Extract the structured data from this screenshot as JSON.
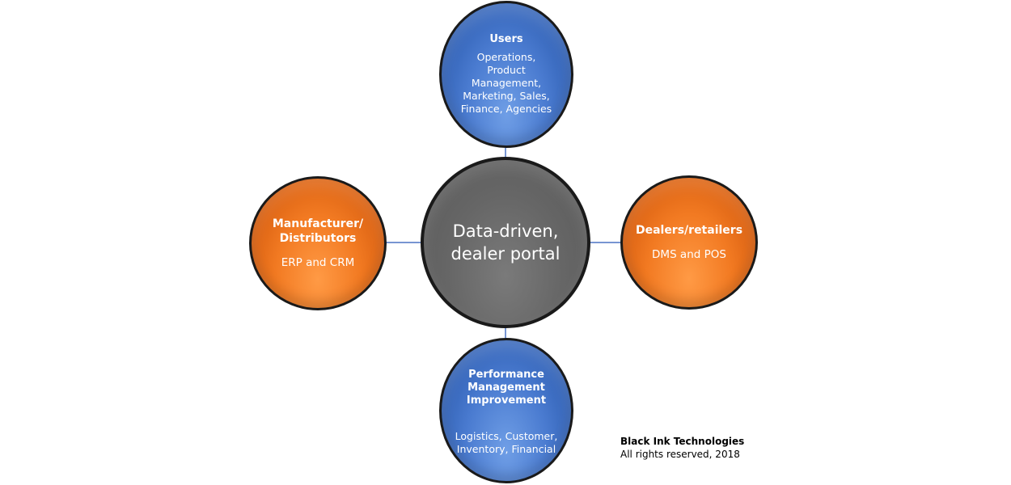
{
  "diagram": {
    "center": {
      "lines": [
        "Data-driven,",
        "dealer portal"
      ]
    },
    "users": {
      "title": "Users",
      "lines": [
        "Operations,",
        "Product",
        "Management,",
        "Marketing, Sales,",
        "Finance, Agencies"
      ]
    },
    "manufacturer": {
      "title_lines": [
        "Manufacturer/",
        "Distributors"
      ],
      "body": "ERP and CRM"
    },
    "dealers": {
      "title": "Dealers/retailers",
      "body": "DMS and POS"
    },
    "performance": {
      "title_lines": [
        "Performance",
        "Management",
        "Improvement"
      ],
      "lines": [
        "Logistics, Customer,",
        "Inventory, Financial"
      ]
    },
    "colors": {
      "blue_node": "#4a7bd0",
      "orange_node": "#f27a22",
      "gray_node": "#666666",
      "connector": "#4a72c4"
    }
  },
  "footer": {
    "company": "Black Ink Technologies",
    "rights": "All rights reserved, 2018"
  }
}
